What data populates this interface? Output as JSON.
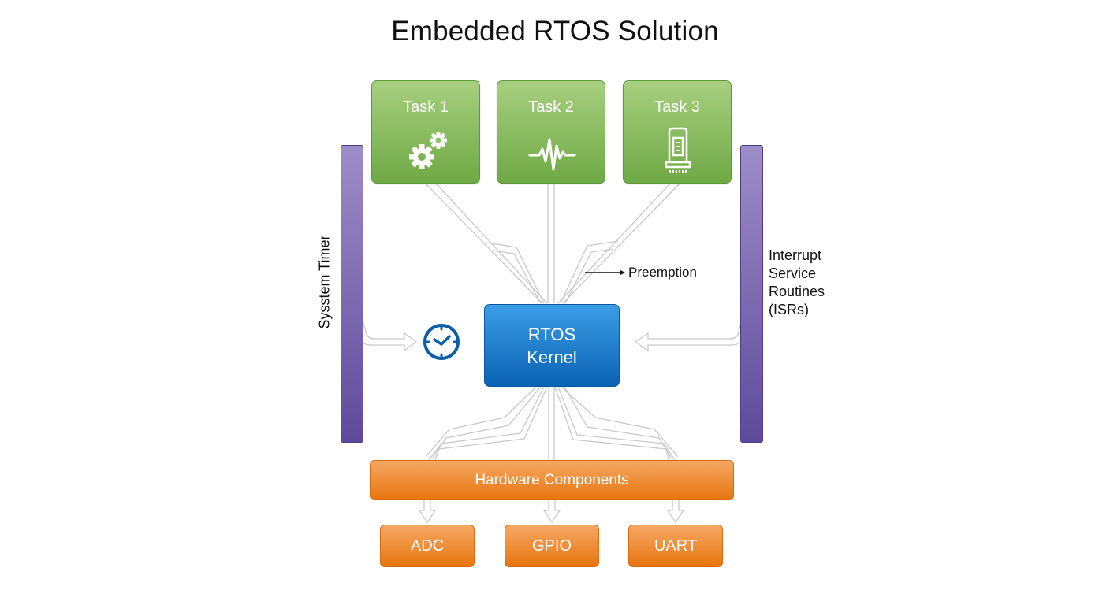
{
  "title": "Embedded RTOS Solution",
  "tasks": [
    {
      "label": "Task 1",
      "icon": "gears-icon"
    },
    {
      "label": "Task 2",
      "icon": "waveform-icon"
    },
    {
      "label": "Task 3",
      "icon": "device-icon"
    }
  ],
  "kernel": {
    "line1": "RTOS",
    "line2": "Kernel"
  },
  "system_timer": {
    "label": "Sysstem Timer",
    "icon": "clock-icon"
  },
  "isr": {
    "lines": [
      "Interrupt",
      "Service",
      "Routines",
      "(ISRs)"
    ]
  },
  "preemption": {
    "label": "Preemption"
  },
  "hardware": {
    "label": "Hardware Components"
  },
  "peripherals": [
    {
      "label": "ADC"
    },
    {
      "label": "GPIO"
    },
    {
      "label": "UART"
    }
  ],
  "colors": {
    "task_green": "#7cb652",
    "kernel_blue": "#1a7bcf",
    "timer_purple": "#7a68b3",
    "hardware_orange": "#ee8a2c",
    "connector_gray": "#cccccc",
    "clock_blue": "#0d5ea8"
  }
}
